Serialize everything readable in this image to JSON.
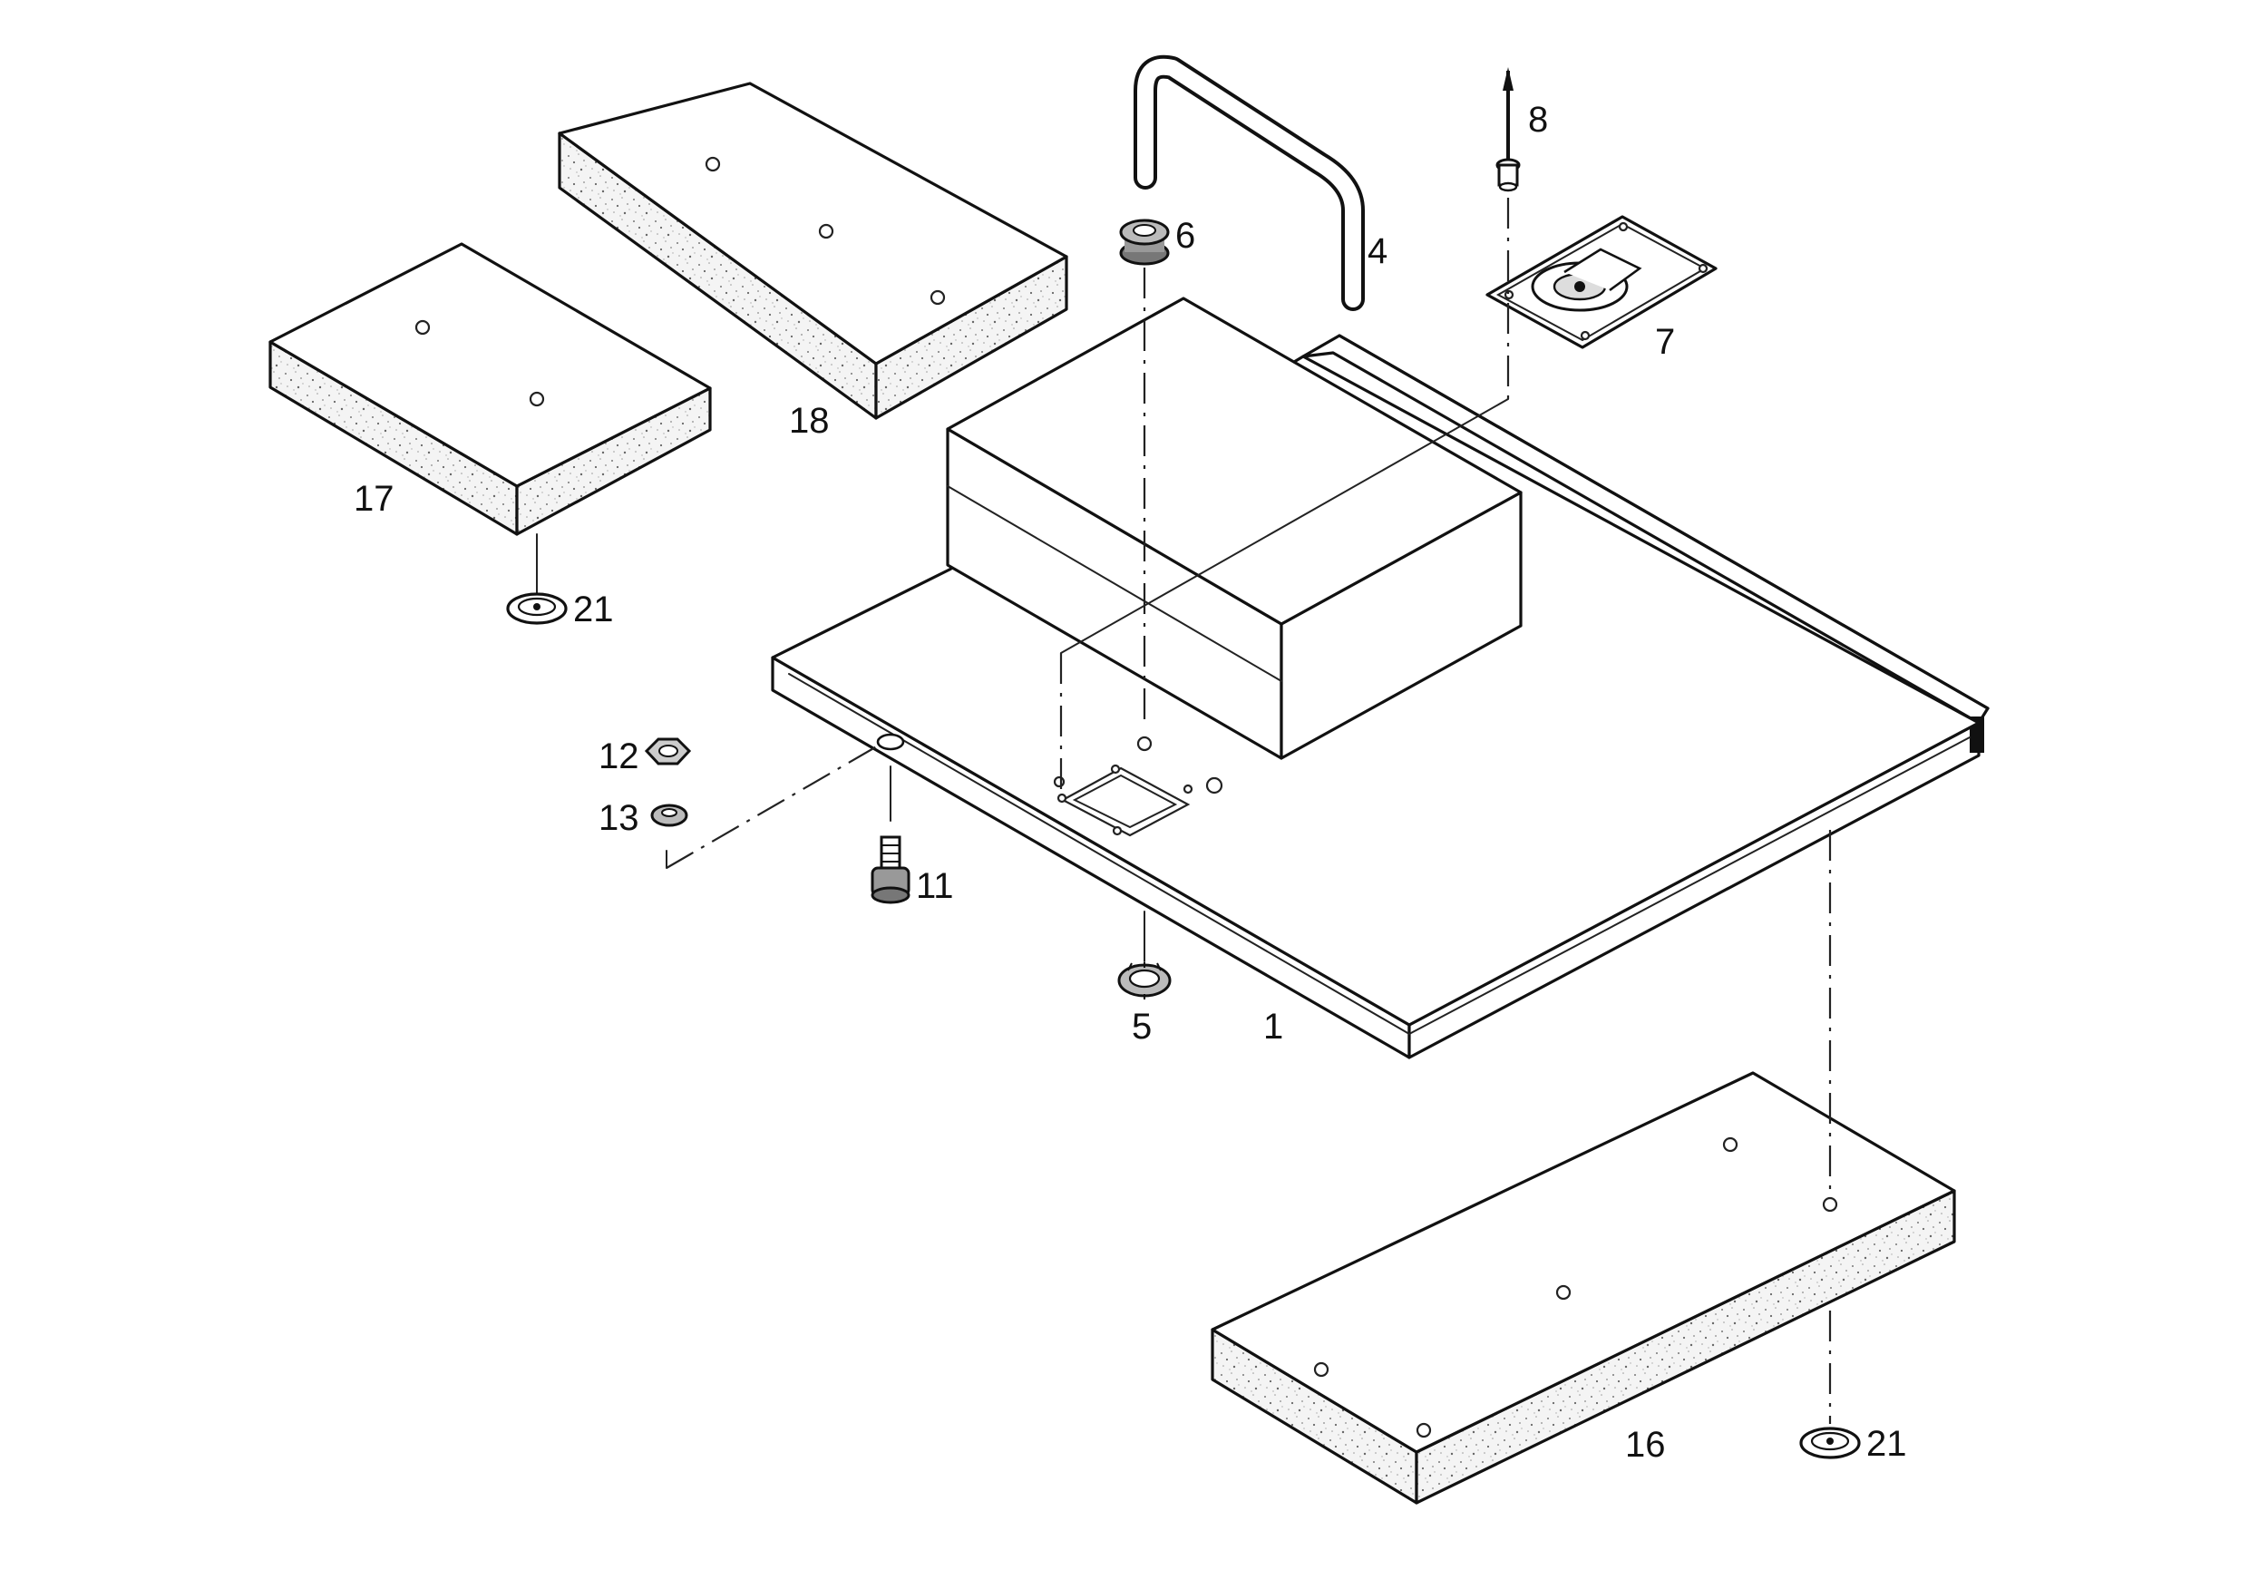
{
  "callouts": {
    "c1": "1",
    "c4": "4",
    "c5": "5",
    "c6": "6",
    "c7": "7",
    "c8": "8",
    "c11": "11",
    "c12": "12",
    "c13": "13",
    "c16": "16",
    "c17": "17",
    "c18": "18",
    "c21a": "21",
    "c21b": "21"
  }
}
